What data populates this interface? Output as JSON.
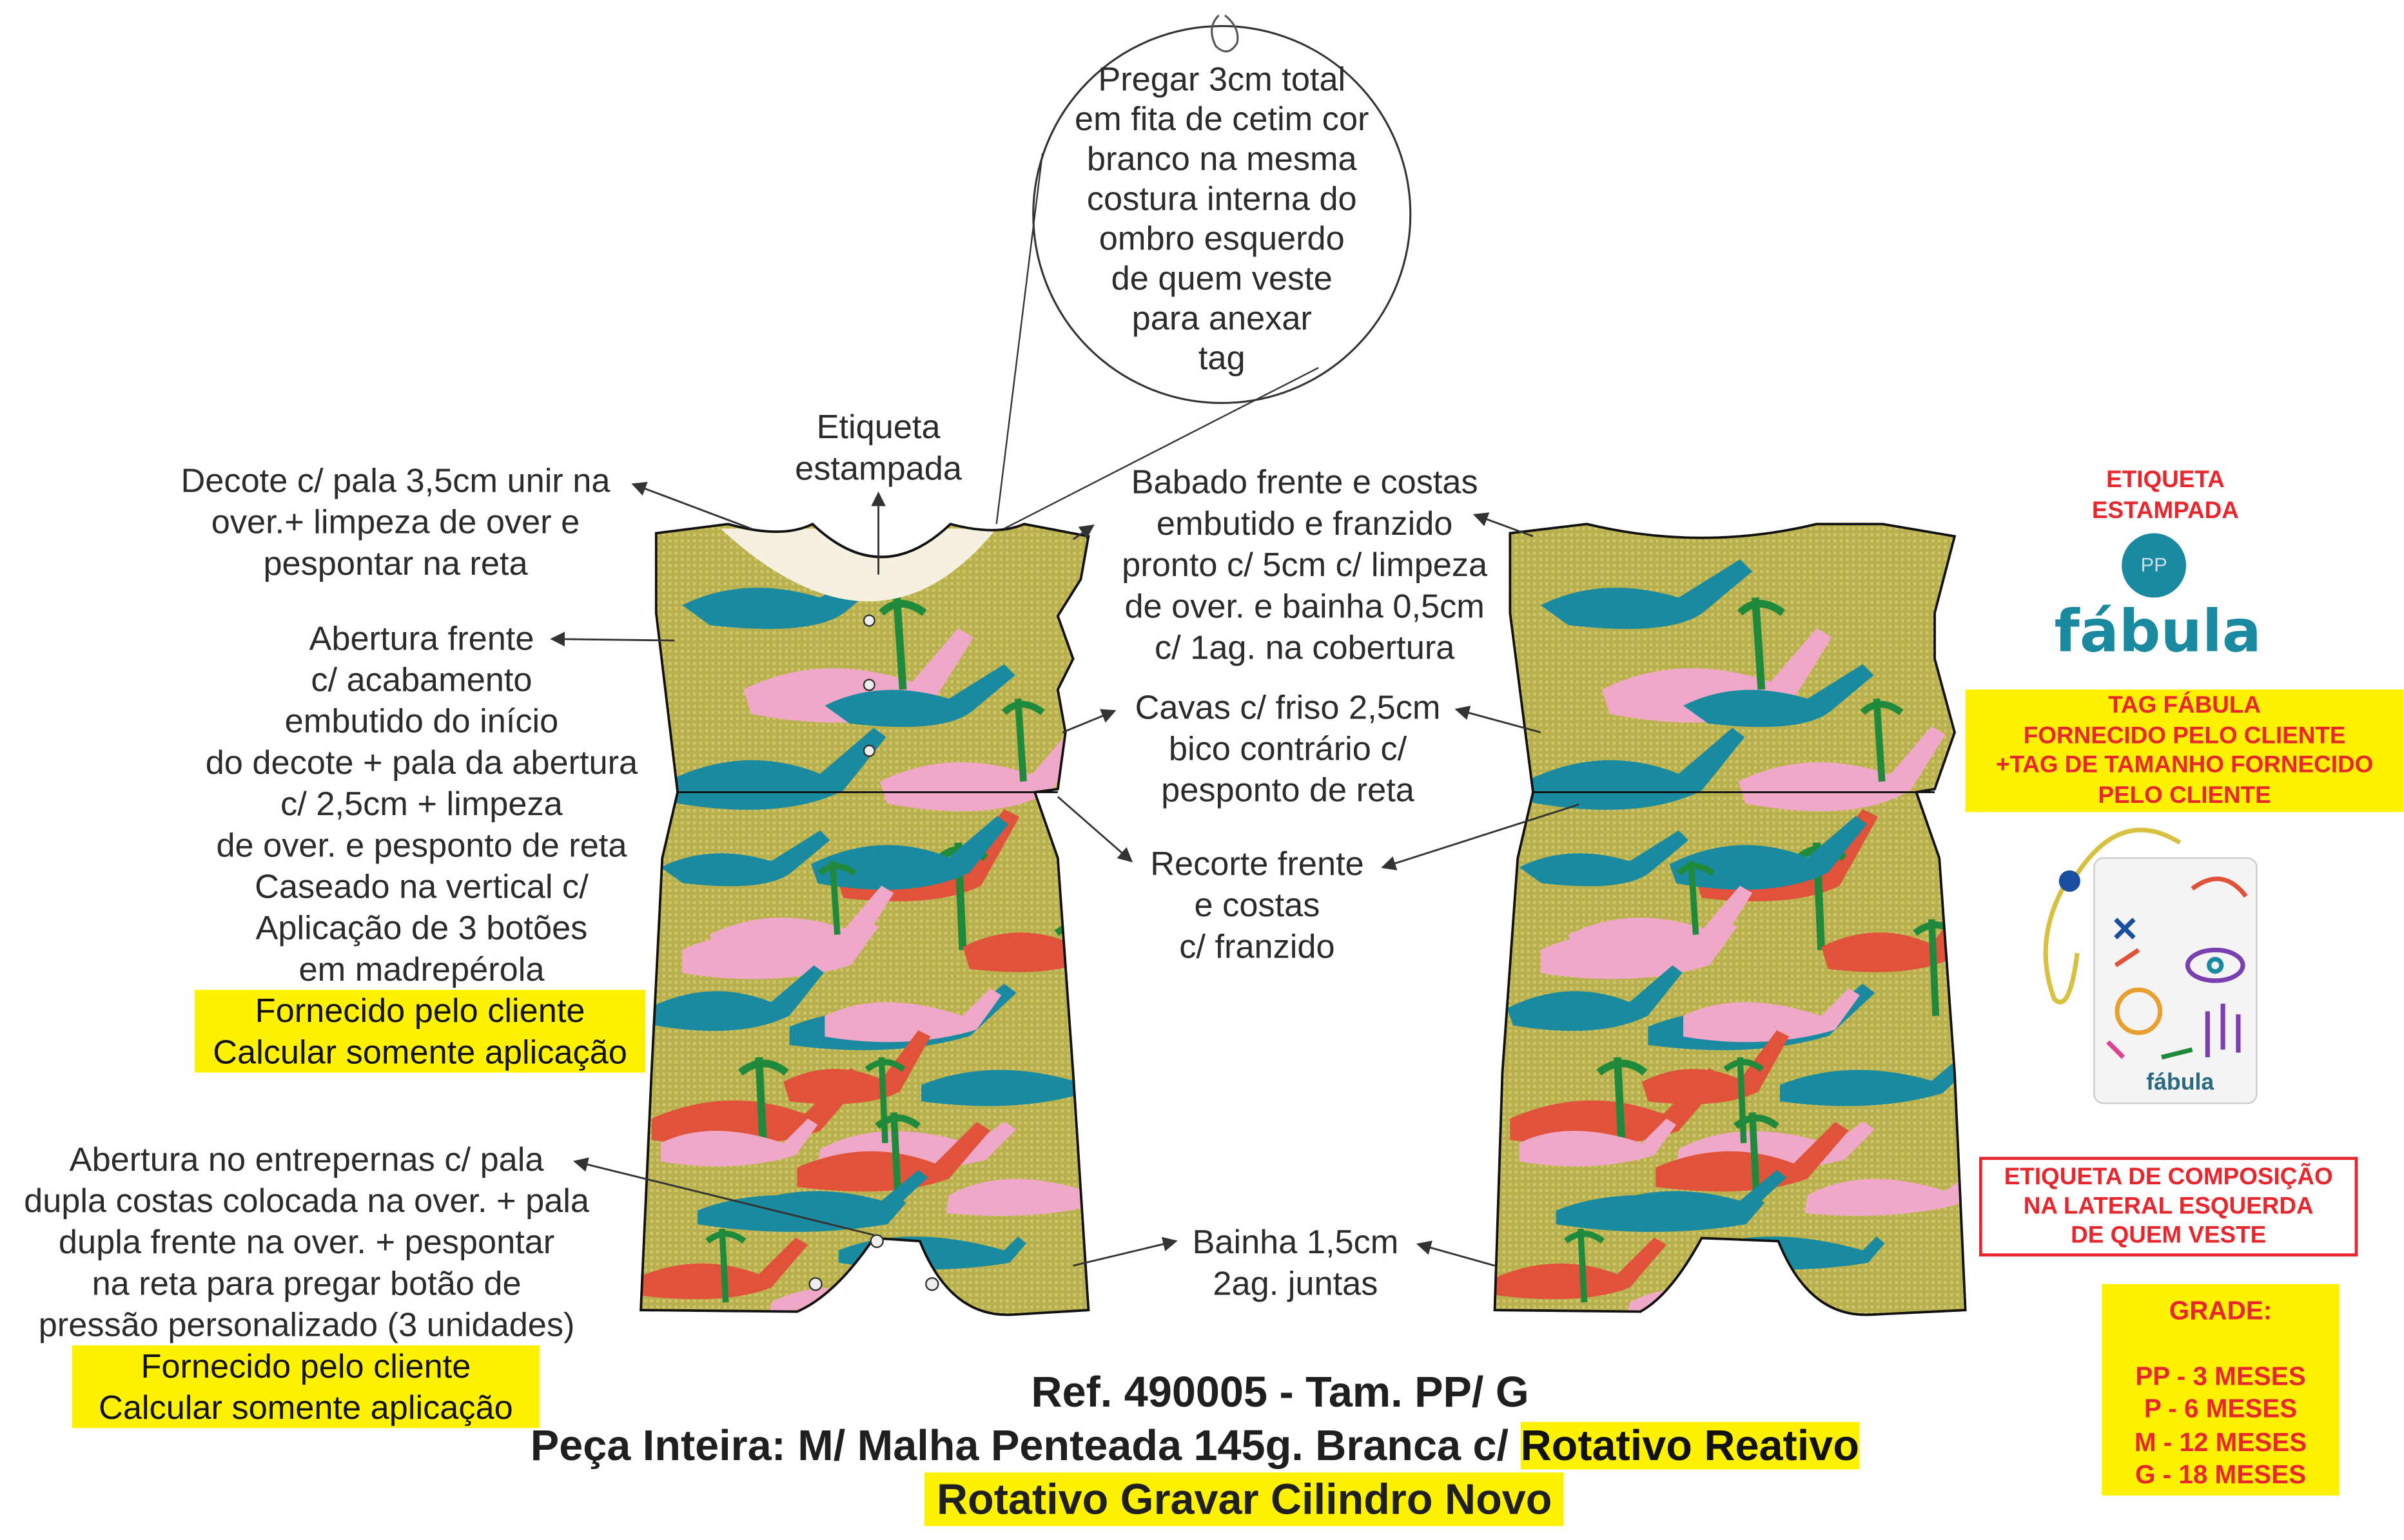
{
  "annotations": {
    "decote": [
      "Decote c/ pala 3,5cm unir na",
      "over.+ limpeza de over e",
      "pespontar na reta"
    ],
    "abertura_frente": [
      "Abertura frente",
      "c/ acabamento",
      "embutido do início",
      "do decote + pala da abertura",
      "c/ 2,5cm + limpeza",
      "de over. e pesponto de reta",
      "Caseado na vertical c/",
      "Aplicação de 3 botões",
      "em madrepérola"
    ],
    "abertura_frente_note": [
      "Fornecido pelo cliente",
      "Calcular somente aplicação"
    ],
    "entrepernas": [
      "Abertura no entrepernas  c/ pala",
      "dupla costas colocada na over. + pala",
      "dupla frente na over. + pespontar",
      "na reta para pregar botão de",
      "pressão personalizado (3 unidades)"
    ],
    "entrepernas_note": [
      "Fornecido pelo cliente",
      "Calcular somente aplicação"
    ],
    "etiqueta": [
      "Etiqueta",
      "estampada"
    ],
    "circle_note": [
      "Pregar 3cm total",
      "em fita de cetim cor",
      "branco na mesma",
      "costura interna do",
      "ombro esquerdo",
      "de quem veste",
      "para anexar",
      "tag"
    ],
    "babado": [
      "Babado frente e costas",
      "embutido e franzido",
      "pronto c/ 5cm c/ limpeza",
      "de over. e bainha 0,5cm",
      "c/ 1ag. na cobertura"
    ],
    "cavas": [
      "Cavas c/ friso 2,5cm",
      "bico contrário c/",
      "pesponto de reta"
    ],
    "recorte": [
      "Recorte frente",
      "e costas",
      "c/ franzido"
    ],
    "bainha": [
      "Bainha 1,5cm",
      "2ag. juntas"
    ]
  },
  "footer": {
    "ref": "Ref. 490005 - Tam. PP/ G",
    "line2_plain": "Peça Inteira: M/ Malha Penteada 145g. Branca c/ ",
    "line2_highlight": "Rotativo Reativo",
    "line3": "Rotativo Gravar Cilindro Novo"
  },
  "right_panel": {
    "etiqueta_title": [
      "ETIQUETA",
      "ESTAMPADA"
    ],
    "logo_text": "fábula",
    "logo_size": "PP",
    "tag_box": [
      "TAG FÁBULA",
      "FORNECIDO PELO CLIENTE",
      "+TAG DE TAMANHO FORNECIDO",
      "PELO CLIENTE"
    ],
    "hang_tag_text": "fábula",
    "composicao": [
      "ETIQUETA DE COMPOSIÇÃO",
      "NA LATERAL ESQUERDA",
      "DE QUEM VESTE"
    ],
    "grade_title": "GRADE:",
    "grade": [
      "PP - 3 MESES",
      "P - 6 MESES",
      "M - 12 MESES",
      "G - 18 MESES"
    ]
  },
  "colors": {
    "fabric": "#b5ad4a",
    "teal": "#1a8aa0",
    "coral": "#e0533a",
    "pink": "#f0a8c8",
    "green": "#1f8a3c",
    "highlight": "#fff200",
    "red": "#e8262e"
  }
}
